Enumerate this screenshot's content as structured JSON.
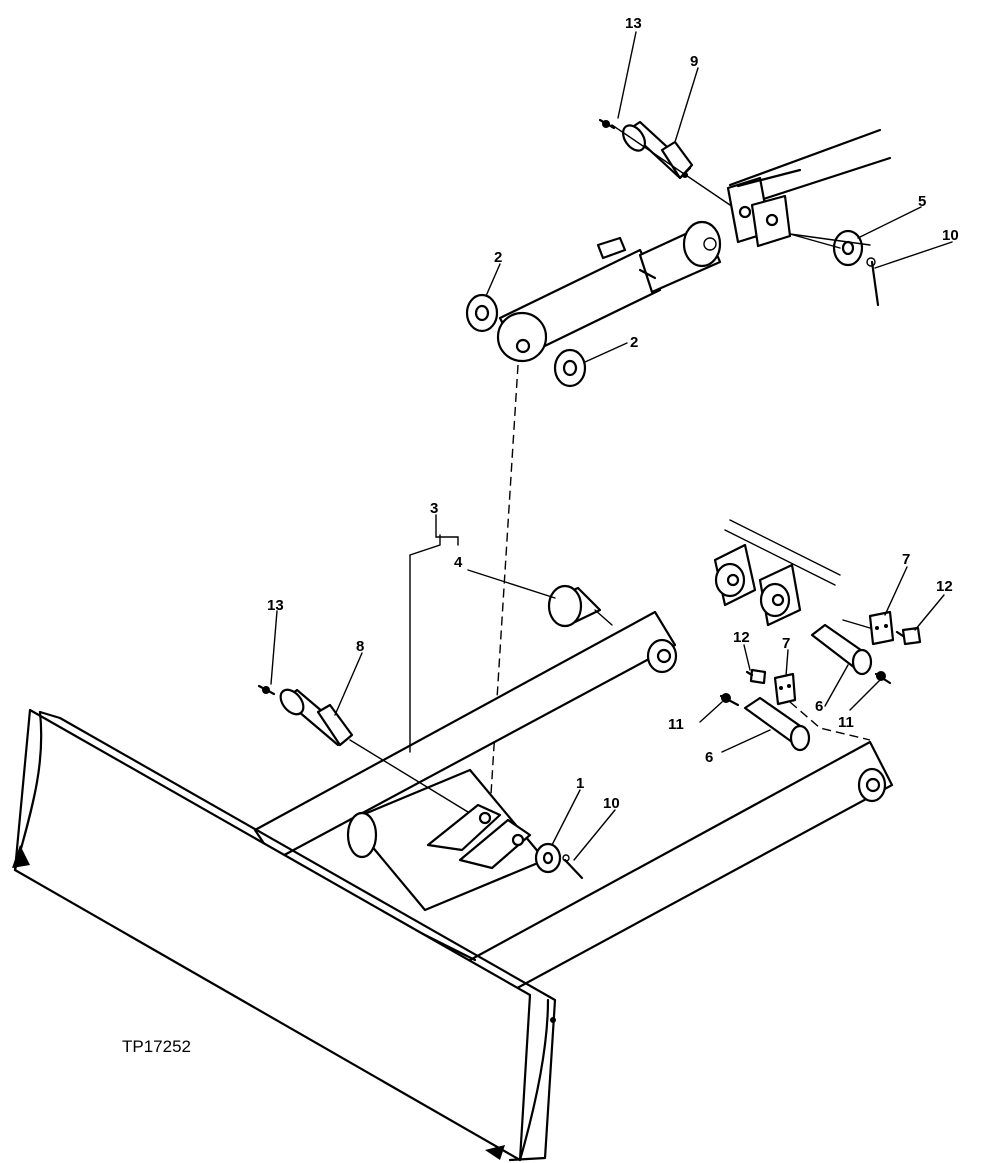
{
  "figure_id": "TP17252",
  "callouts": [
    {
      "num": "13"
    },
    {
      "num": "9"
    },
    {
      "num": "5"
    },
    {
      "num": "10"
    },
    {
      "num": "2"
    },
    {
      "num": "2"
    },
    {
      "num": "3"
    },
    {
      "num": "4"
    },
    {
      "num": "7"
    },
    {
      "num": "12"
    },
    {
      "num": "12"
    },
    {
      "num": "7"
    },
    {
      "num": "6"
    },
    {
      "num": "11"
    },
    {
      "num": "11"
    },
    {
      "num": "6"
    },
    {
      "num": "13"
    },
    {
      "num": "8"
    },
    {
      "num": "1"
    },
    {
      "num": "10"
    }
  ]
}
